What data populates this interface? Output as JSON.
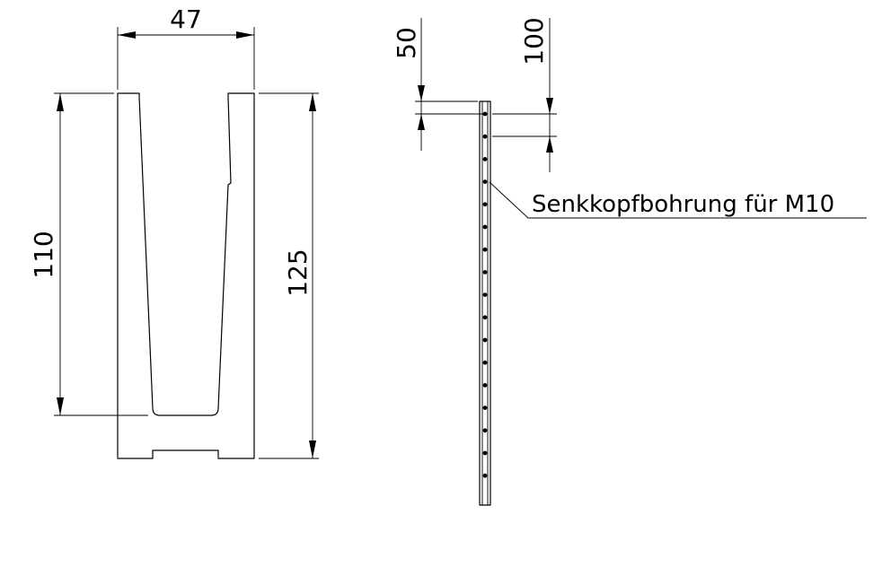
{
  "dimensions": {
    "width_top": "47",
    "height_inner": "110",
    "height_total": "125",
    "side_top_offset": "50",
    "side_spacing": "100"
  },
  "callout": {
    "label": "Senkkopfbohrung für M10"
  }
}
